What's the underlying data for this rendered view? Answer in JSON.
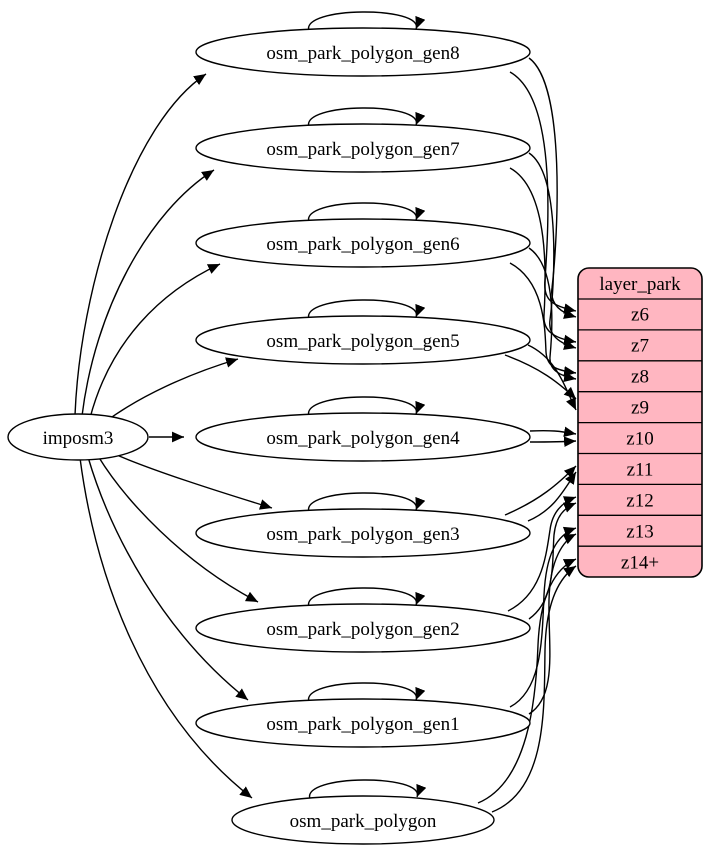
{
  "diagram": {
    "type": "etl-graph",
    "source_node": {
      "label": "imposm3"
    },
    "tables": [
      {
        "label": "osm_park_polygon_gen8",
        "feeds_row": "z6"
      },
      {
        "label": "osm_park_polygon_gen7",
        "feeds_row": "z7"
      },
      {
        "label": "osm_park_polygon_gen6",
        "feeds_row": "z8"
      },
      {
        "label": "osm_park_polygon_gen5",
        "feeds_row": "z9"
      },
      {
        "label": "osm_park_polygon_gen4",
        "feeds_row": "z10"
      },
      {
        "label": "osm_park_polygon_gen3",
        "feeds_row": "z11"
      },
      {
        "label": "osm_park_polygon_gen2",
        "feeds_row": "z12"
      },
      {
        "label": "osm_park_polygon_gen1",
        "feeds_row": "z13"
      },
      {
        "label": "osm_park_polygon",
        "feeds_row": "z14+"
      }
    ],
    "layer_table": {
      "title": "layer_park",
      "rows": [
        "z6",
        "z7",
        "z8",
        "z9",
        "z10",
        "z11",
        "z12",
        "z13",
        "z14+"
      ]
    },
    "colors": {
      "layer_fill": "#ffb6c1",
      "node_fill": "#ffffff",
      "edge": "#000000",
      "background": "#ffffff"
    }
  }
}
